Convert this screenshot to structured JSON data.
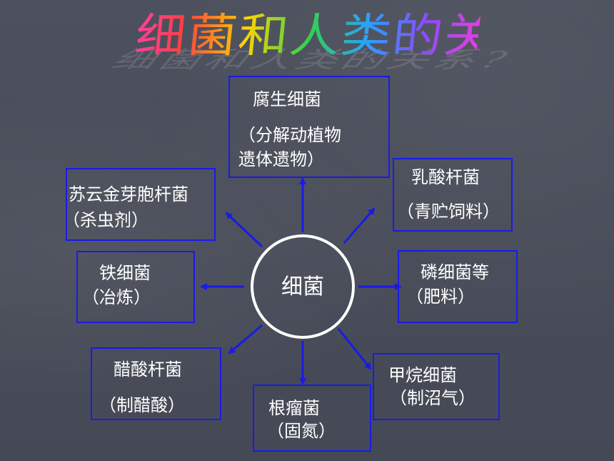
{
  "title": "细菌和人类的关系?",
  "center": {
    "label": "细菌"
  },
  "nodes": {
    "saprophytic": {
      "name": "腐生细菌",
      "desc_line1": "（分解动植物",
      "desc_line2": "遗体遗物）"
    },
    "lactic": {
      "name": "乳酸杆菌",
      "desc": "（青贮饲料）"
    },
    "bt": {
      "name": "苏云金芽胞杆菌",
      "desc": "（杀虫剂）"
    },
    "iron": {
      "name": "铁细菌",
      "desc": "（冶炼）"
    },
    "phosphorus": {
      "name": "磷细菌等",
      "desc": "（肥料）"
    },
    "acetic": {
      "name": "醋酸杆菌",
      "desc": "（制醋酸）"
    },
    "methane": {
      "name": "甲烷细菌",
      "desc": "（制沼气）"
    },
    "rhizobia": {
      "name": "根瘤菌",
      "desc": "（固氮）"
    }
  },
  "colors": {
    "border": "#1a1ae8",
    "arrow": "#1a1ae8",
    "background": "#4a4e5a",
    "text": "#ffffff"
  }
}
